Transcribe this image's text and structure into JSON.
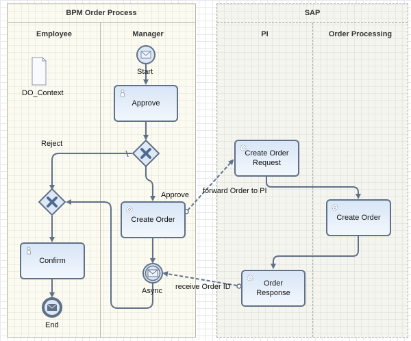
{
  "pools": [
    {
      "title": "BPM Order Process",
      "lanes": [
        "Employee",
        "Manager"
      ]
    },
    {
      "title": "SAP",
      "lanes": [
        "PI",
        "Order Processing"
      ]
    }
  ],
  "artifacts": {
    "data_object": {
      "label": "DO_Context",
      "icon": "document-icon"
    }
  },
  "events": {
    "start": {
      "label": "Start",
      "icon": "envelope-icon"
    },
    "async": {
      "label": "Async",
      "icon": "envelope-icon"
    },
    "end": {
      "label": "End",
      "icon": "envelope-icon"
    }
  },
  "tasks": {
    "approve": {
      "label": "Approve",
      "type": "human",
      "icon": "person-icon"
    },
    "create_order": {
      "label": "Create Order",
      "type": "automated",
      "icon": "gear-icon"
    },
    "confirm": {
      "label": "Confirm",
      "type": "human",
      "icon": "person-icon"
    },
    "create_order_request": {
      "label": "Create Order Request",
      "type": "automated",
      "icon": "gear-icon"
    },
    "sap_create_order": {
      "label": "Create Order",
      "type": "automated",
      "icon": "gear-icon"
    },
    "order_response": {
      "label": "Order Response",
      "type": "automated",
      "icon": "gear-icon"
    }
  },
  "gateways": {
    "decision": {
      "type": "exclusive",
      "icon": "x-icon"
    },
    "merge": {
      "type": "exclusive",
      "icon": "x-icon"
    }
  },
  "flow_labels": {
    "reject": "Reject",
    "approve": "Approve",
    "forward": "forward Order to PI",
    "receive": "receive Order ID"
  },
  "colors": {
    "flow": "#607088",
    "task_border": "#607088",
    "task_fill_top": "#d8e6f6",
    "gateway_fill": "#dde9f6",
    "gateway_mark": "#4f6a92"
  }
}
